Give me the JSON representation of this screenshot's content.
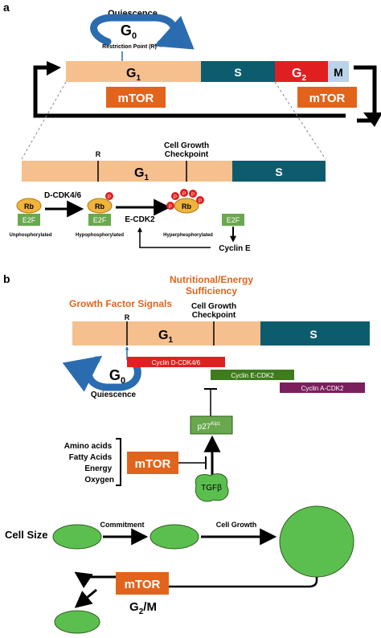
{
  "panel_a": {
    "label": "a",
    "quiescence": "Quiescence",
    "g0_main": "G",
    "g0_sub": "0",
    "restriction": "Restriction Point (R)",
    "cycle": {
      "g1_main": "G",
      "g1_sub": "1",
      "s": "S",
      "g2_main": "G",
      "g2_sub": "2",
      "m": "M"
    },
    "mtor_left": "mTOR",
    "mtor_right": "mTOR",
    "detail": {
      "r_label": "R",
      "checkpoint_line1": "Cell Growth",
      "checkpoint_line2": "Checkpoint",
      "g1_main": "G",
      "g1_sub": "1",
      "s": "S"
    },
    "pathway": {
      "rb": "Rb",
      "e2f": "E2F",
      "p": "P",
      "dcdk": "D-CDK4/6",
      "ecdk": "E-CDK2",
      "cycline": "Cyclin E",
      "unphos": "Unphosphorylated",
      "hypo": "Hypophosphorylated",
      "hyper": "Hyperphesphorylated"
    }
  },
  "panel_b": {
    "label": "b",
    "nutri_line1": "Nutritional/Energy",
    "nutri_line2": "Sufficiency",
    "growth_factor": "Growth Factor Signals",
    "r_label": "R",
    "checkpoint_line1": "Cell Growth",
    "checkpoint_line2": "Checkpoint",
    "g1_main": "G",
    "g1_sub": "1",
    "s": "S",
    "g0_main": "G",
    "g0_sub": "0",
    "quiescence": "Quiescence",
    "cyclin_d": "Cyclin D-CDK4/6",
    "cyclin_e": "Cyclin E-CDK2",
    "cyclin_a": "Cyclin A-CDK2",
    "p27_main": "p27",
    "p27_sup": "Kip1",
    "nutrients": [
      "Amino acids",
      "Fatty Acids",
      "Energy",
      "Oxygen"
    ],
    "mtor": "mTOR",
    "tgf": "TGFβ",
    "cell_size": "Cell Size",
    "commitment": "Commitment",
    "cell_growth": "Cell Growth",
    "mtor_bottom": "mTOR",
    "g2m_main": "G",
    "g2m_sub": "2",
    "g2m_tail": "/M"
  },
  "colors": {
    "g1": "#f5c08e",
    "s": "#0d5c6e",
    "g2": "#e02020",
    "m": "#b9d3ea",
    "mtor": "#e2641c",
    "blue_arrow": "#2b6cb0",
    "rb": "#f0b43c",
    "e2f": "#6aa84f",
    "phospho": "#e02020",
    "cyclin_d": "#e02020",
    "cyclin_e": "#3e7c1e",
    "cyclin_a": "#7a1e5c",
    "cell": "#5bbf4f",
    "orange_text": "#e2641c"
  }
}
